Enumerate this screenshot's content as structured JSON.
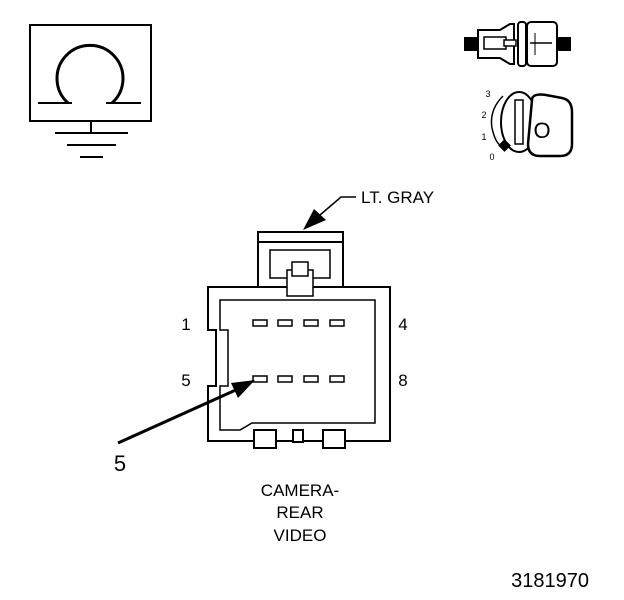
{
  "connector": {
    "color_label": "LT. GRAY",
    "pin_top_left": "1",
    "pin_top_right": "4",
    "pin_bottom_left": "5",
    "pin_bottom_right": "8",
    "callout_number": "5",
    "name_line1": "CAMERA-",
    "name_line2": "REAR",
    "name_line3": "VIDEO"
  },
  "key_switch": {
    "positions": [
      "3",
      "2",
      "1",
      "0"
    ],
    "key_label": "O"
  },
  "figure_number": "3181970"
}
